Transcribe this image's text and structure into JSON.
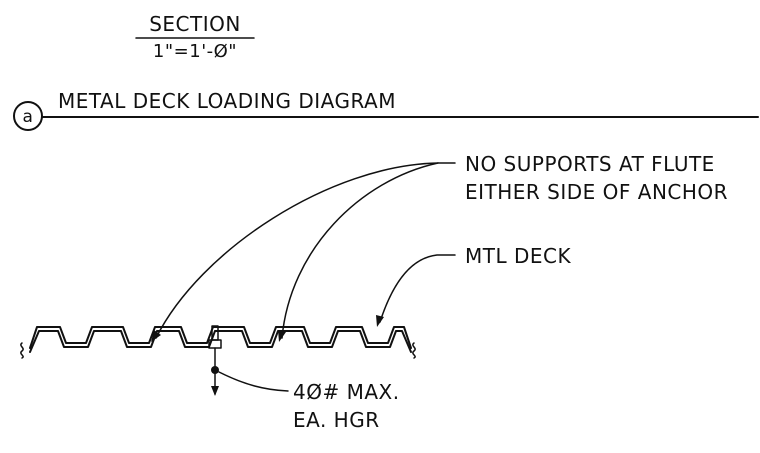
{
  "section_label": {
    "title": "SECTION",
    "scale": "1\"=1'-Ø\""
  },
  "detail": {
    "tag": "a",
    "title": "METAL DECK LOADING DIAGRAM"
  },
  "callouts": {
    "no_supports": {
      "line1": "NO SUPPORTS AT FLUTE",
      "line2": "EITHER SIDE OF ANCHOR"
    },
    "mtl_deck": "MTL DECK",
    "load": {
      "line1": "4Ø# MAX.",
      "line2": "EA. HGR"
    }
  },
  "colors": {
    "ink": "#111111",
    "paper": "#ffffff"
  }
}
